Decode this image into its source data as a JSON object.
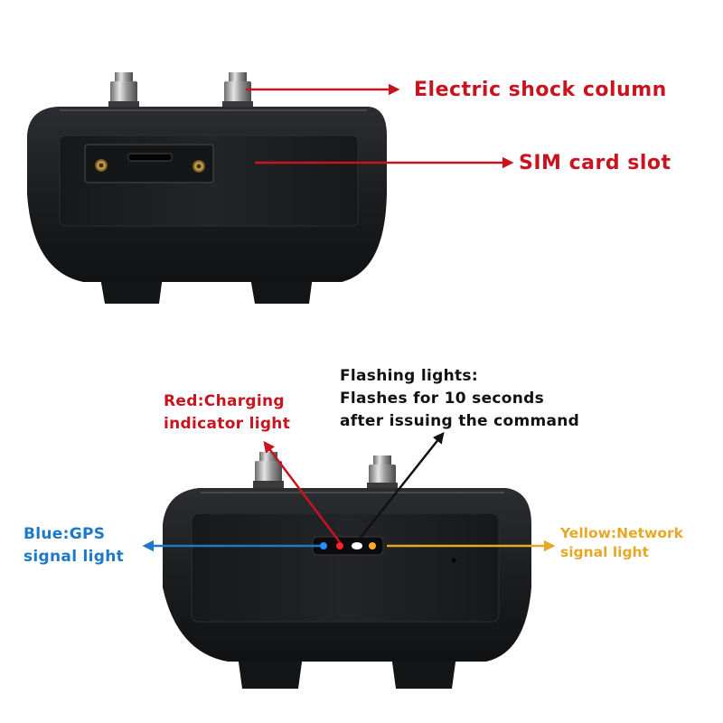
{
  "labels": {
    "electric_shock": "Electric shock column",
    "sim_slot": "SIM card slot",
    "flashing": [
      "Flashing lights:",
      "Flashes for 10 seconds",
      "after issuing the command"
    ],
    "red": [
      "Red:Charging",
      "indicator light"
    ],
    "blue": [
      "Blue:GPS",
      "signal light"
    ],
    "yellow": [
      "Yellow:Network",
      "signal light"
    ]
  },
  "colors": {
    "red": "#c8141e",
    "blue": "#1e78c8",
    "yellow": "#e6a828",
    "black": "#111111",
    "device": "#1b1c1e"
  },
  "icons": {
    "led_blue": "led-dot",
    "led_red": "led-dot",
    "led_white": "led-dot",
    "led_yellow": "led-dot"
  }
}
